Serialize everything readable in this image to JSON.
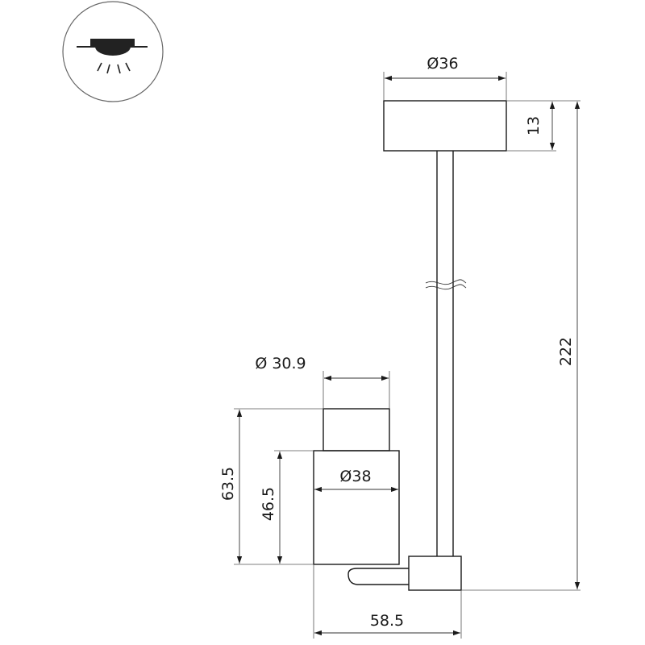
{
  "dimensions": {
    "top_diameter": "Ø36",
    "top_height": "13",
    "total_height": "222",
    "ring_diameter": "Ø 30.9",
    "body_diameter": "Ø38",
    "full_head_height": "63.5",
    "body_height": "46.5",
    "overall_width": "58.5"
  },
  "icon": "ceiling-downlight-icon"
}
